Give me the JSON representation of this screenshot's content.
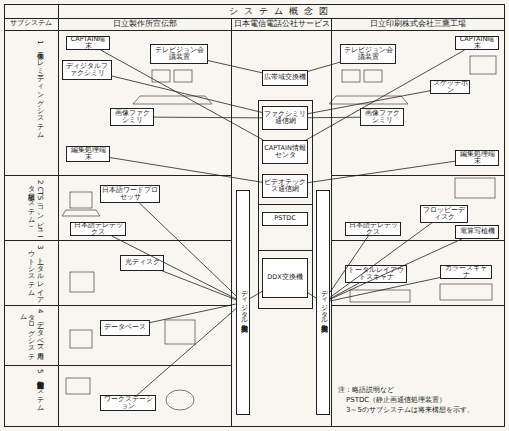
{
  "diagram": {
    "title": "システム概念図",
    "nodes": [
      {
        "text": [
          "日立製作所宣伝部"
        ]
      },
      {
        "text": [
          "日本電信電話公社サービス"
        ]
      },
      {
        "text": [
          "日立印刷株式会社三鷹工場"
        ]
      },
      {
        "text": [
          "CAPTAIN端末"
        ],
        "in": 0
      },
      {
        "text": [
          "ディジタルファクシミリ"
        ],
        "in": 0
      },
      {
        "text": [
          "テレビジョン会議装置"
        ],
        "in": 0
      },
      {
        "text": [
          "画像ファクシミリ"
        ],
        "in": 0
      },
      {
        "text": [
          "編集処理端末"
        ],
        "in": 0
      },
      {
        "text": [
          "日本語ワードプロセッサ"
        ],
        "in": 0
      },
      {
        "text": [
          "日本語テレテックス"
        ],
        "in": 0
      },
      {
        "text": [
          "光ディスク"
        ],
        "in": 0
      },
      {
        "text": [
          "データベース"
        ],
        "in": 0
      },
      {
        "text": [
          "ワークステーション"
        ],
        "in": 0
      },
      {
        "text": [
          "広帯域交換機"
        ],
        "in": 1
      },
      {
        "text": [
          "ファクシミリ通信網"
        ],
        "in": 1
      },
      {
        "text": [
          "CAPTAIN情報センタ"
        ],
        "in": 1
      },
      {
        "text": [
          "ビデオテックス通信網"
        ],
        "in": 1
      },
      {
        "text": [
          "PSTDC"
        ],
        "in": 1
      },
      {
        "text": [
          "DDX交換機"
        ],
        "in": 1
      },
      {
        "text": [
          "ディジタル加入者交換機"
        ],
        "in": 1
      },
      {
        "text": [
          "ディジタル加入者交換機"
        ],
        "in": 1
      },
      {
        "text": [
          "CAPTAIN端末"
        ],
        "in": 2
      },
      {
        "text": [
          "スケッチホン"
        ],
        "in": 2
      },
      {
        "text": [
          "テレビジョン会議装置"
        ],
        "in": 2
      },
      {
        "text": [
          "画像ファクシミリ"
        ],
        "in": 2
      },
      {
        "text": [
          "編集処理端末"
        ],
        "in": 2
      },
      {
        "text": [
          "フロッピーディスク"
        ],
        "in": 2
      },
      {
        "text": [
          "日本語テレテックス"
        ],
        "in": 2
      },
      {
        "text": [
          "電算写植機"
        ],
        "in": 2
      },
      {
        "text": [
          "トータルレイアウトスキャナ"
        ],
        "in": 2
      },
      {
        "text": [
          "カラースキャナ"
        ],
        "in": 2
      }
    ],
    "edges": [
      {
        "from": 5,
        "to": 13,
        "arrow": "none"
      },
      {
        "from": 23,
        "to": 13,
        "arrow": "none"
      },
      {
        "from": 4,
        "to": 14,
        "arrow": "none"
      },
      {
        "from": 6,
        "to": 14,
        "arrow": "none"
      },
      {
        "from": 24,
        "to": 14,
        "arrow": "none"
      },
      {
        "from": 22,
        "to": 14,
        "arrow": "none"
      },
      {
        "from": 3,
        "to": 15,
        "arrow": "none"
      },
      {
        "from": 21,
        "to": 15,
        "arrow": "none"
      },
      {
        "from": 7,
        "to": 16,
        "arrow": "none"
      },
      {
        "from": 25,
        "to": 16,
        "arrow": "none"
      },
      {
        "from": 8,
        "to": 19,
        "arrow": "none"
      },
      {
        "from": 9,
        "to": 19,
        "arrow": "none"
      },
      {
        "from": 10,
        "to": 19,
        "arrow": "none"
      },
      {
        "from": 11,
        "to": 19,
        "arrow": "none"
      },
      {
        "from": 12,
        "to": 19,
        "arrow": "none"
      },
      {
        "from": 27,
        "to": 20,
        "arrow": "none"
      },
      {
        "from": 26,
        "to": 20,
        "arrow": "none"
      },
      {
        "from": 28,
        "to": 20,
        "arrow": "none"
      },
      {
        "from": 29,
        "to": 20,
        "arrow": "none"
      },
      {
        "from": 30,
        "to": 20,
        "arrow": "none"
      },
      {
        "from": 19,
        "to": 18,
        "arrow": "none"
      },
      {
        "from": 20,
        "to": 18,
        "arrow": "none"
      }
    ],
    "labels": [
      "サブシステム",
      "1 画像テレミーティングシステム",
      "2 CTS（コンピュータ組版システム）",
      "3 トータルレイアウトシステム",
      "4 データベース用カタログシステム",
      "5 知能型文書処理システム",
      "注：略語説明など",
      "PSTDC（静止画通信処理装置）",
      "3～5のサブシステムは将来構想を示す。"
    ]
  }
}
